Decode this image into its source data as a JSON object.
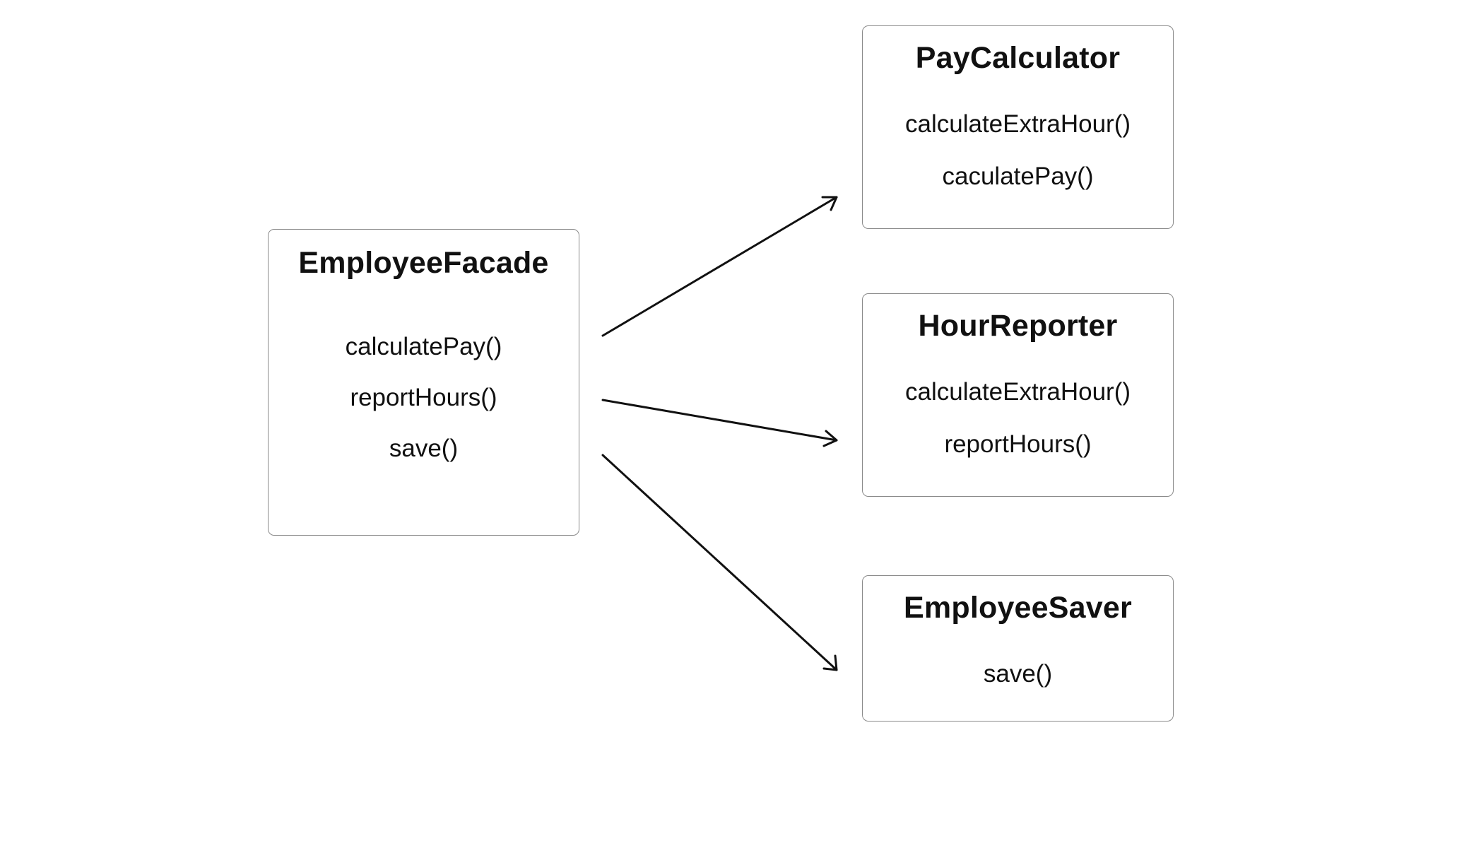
{
  "classes": {
    "facade": {
      "name": "EmployeeFacade",
      "methods": [
        "calculatePay()",
        "reportHours()",
        "save()"
      ]
    },
    "pay_calculator": {
      "name": "PayCalculator",
      "methods": [
        "calculateExtraHour()",
        "caculatePay()"
      ]
    },
    "hour_reporter": {
      "name": "HourReporter",
      "methods": [
        "calculateExtraHour()",
        "reportHours()"
      ]
    },
    "employee_saver": {
      "name": "EmployeeSaver",
      "methods": [
        "save()"
      ]
    }
  },
  "relations": [
    {
      "from": "EmployeeFacade",
      "to": "PayCalculator"
    },
    {
      "from": "EmployeeFacade",
      "to": "HourReporter"
    },
    {
      "from": "EmployeeFacade",
      "to": "EmployeeSaver"
    }
  ],
  "colors": {
    "box_border": "#8a8a8a",
    "arrow": "#111111",
    "text": "#111111",
    "background": "#ffffff"
  }
}
